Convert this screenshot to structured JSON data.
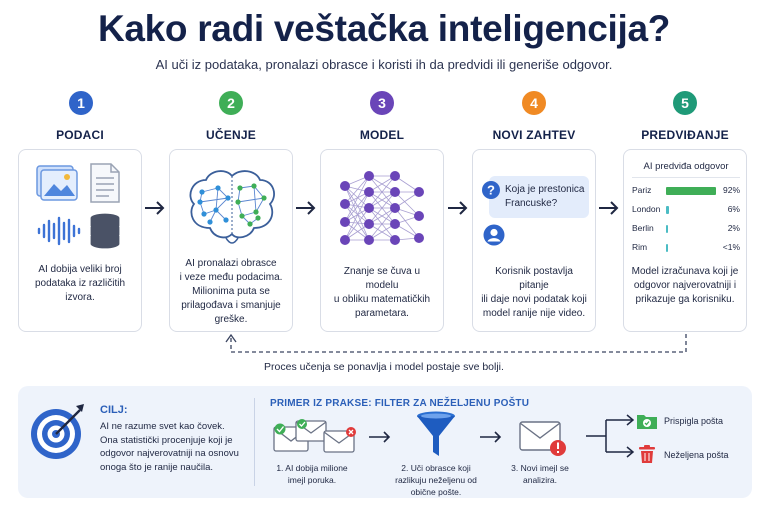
{
  "header": {
    "title": "Kako radi veštačka inteligencija?",
    "subtitle": "AI uči iz podataka, pronalazi obrasce i koristi ih da predvidi ili generiše odgovor."
  },
  "colors": {
    "step1": "#2f64c9",
    "step2": "#3fae57",
    "step3": "#6a45b8",
    "step4": "#f08a24",
    "step5": "#1f9a78",
    "accent": "#2b5fb8"
  },
  "steps": [
    {
      "number": "1",
      "title": "PODACI",
      "text": [
        "AI dobija veliki broj",
        "podataka iz različitih",
        "izvora."
      ]
    },
    {
      "number": "2",
      "title": "UČENJE",
      "text": [
        "AI pronalazi obrasce",
        "i veze među podacima.",
        "Milionima puta se",
        "prilagođava i smanjuje",
        "greške."
      ]
    },
    {
      "number": "3",
      "title": "MODEL",
      "text": [
        "Znanje se čuva u modelu",
        "u obliku matematičkih",
        "parametara."
      ]
    },
    {
      "number": "4",
      "title": "NOVI ZAHTEV",
      "text": [
        "Korisnik postavlja pitanje",
        "ili daje novi podatak koji",
        "model ranije nije video."
      ],
      "question": [
        "Koja je prestonica",
        "Francuske?"
      ]
    },
    {
      "number": "5",
      "title": "PREDVIĐANJE",
      "text": [
        "Model izračunava koji je",
        "odgovor najverovatniji i",
        "prikazuje ga korisniku."
      ],
      "prediction_title": "AI predviđa odgovor",
      "predictions": [
        {
          "label": "Pariz",
          "value": 0.92,
          "pct": "92%"
        },
        {
          "label": "London",
          "value": 0.06,
          "pct": "6%"
        },
        {
          "label": "Berlin",
          "value": 0.02,
          "pct": "2%"
        },
        {
          "label": "Rim",
          "value": 0.005,
          "pct": "<1%"
        }
      ]
    }
  ],
  "loop_label": "Proces učenja se ponavlja i model postaje sve bolji.",
  "goal": {
    "title": "CILJ:",
    "text": [
      "AI ne razume svet kao čovek.",
      "Ona statistički procenjuje koji je",
      "odgovor najverovatniji na osnovu",
      "onoga što je ranije naučila."
    ]
  },
  "example": {
    "title": "PRIMER IZ PRAKSE: FILTER ZA NEŽELJENU POŠTU",
    "captions": [
      [
        "1. AI dobija milione",
        "imejl poruka."
      ],
      [
        "2. Uči obrasce koji",
        "razlikuju neželjenu od",
        "obične pošte."
      ],
      [
        "3. Novi imejl se",
        "analizira."
      ]
    ],
    "outputs": [
      "Prispigla pošta",
      "Neželjena pošta"
    ]
  }
}
